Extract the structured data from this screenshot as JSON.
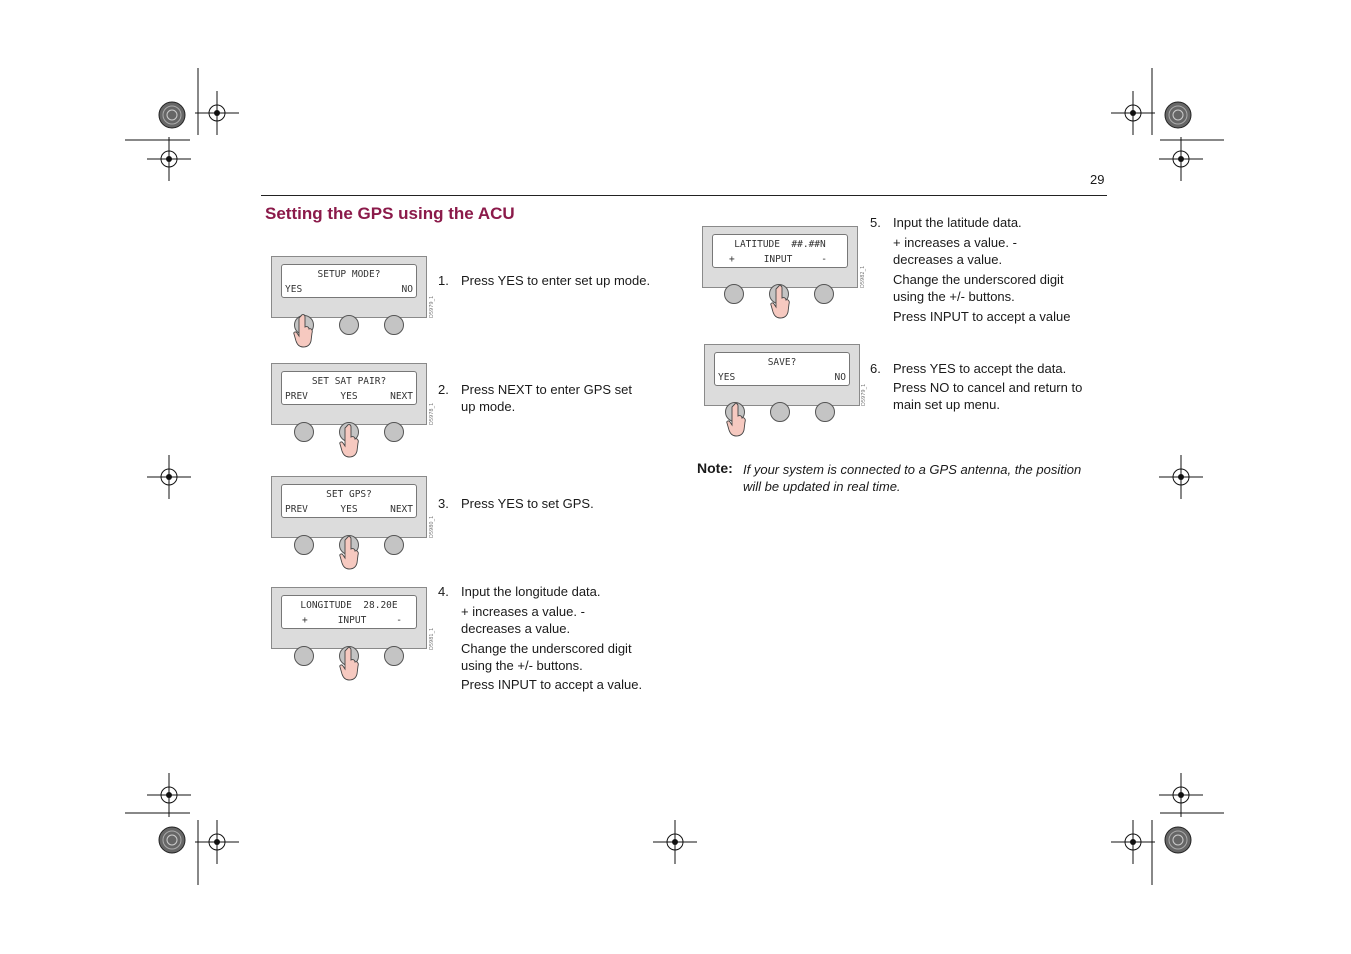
{
  "header": {
    "page_number": "29"
  },
  "section": {
    "title": "Setting the GPS using the ACU"
  },
  "panels": [
    {
      "line1": "SETUP MODE?",
      "left": "YES",
      "middle": "",
      "right": "NO",
      "fig_id": "D5979_1"
    },
    {
      "line1": "SET SAT PAIR?",
      "left": "PREV",
      "middle": "YES",
      "right": "NEXT",
      "fig_id": "D5978_1"
    },
    {
      "line1": "SET GPS?",
      "left": "PREV",
      "middle": "YES",
      "right": "NEXT",
      "fig_id": "D5980_1"
    },
    {
      "line1": "LONGITUDE  28.20E",
      "left": "+",
      "middle": "INPUT",
      "right": "-",
      "fig_id": "D5981_1"
    },
    {
      "line1": "LATITUDE  ##.##N",
      "left": "+",
      "middle": "INPUT",
      "right": "-",
      "fig_id": "D5982_1"
    },
    {
      "line1": "SAVE?",
      "left": "YES",
      "middle": "",
      "right": "NO",
      "fig_id": "D5979_1"
    }
  ],
  "steps": [
    {
      "num": "1.",
      "text": "Press YES to enter set up mode.",
      "subs": []
    },
    {
      "num": "2.",
      "text": "Press NEXT to enter GPS set up mode.",
      "subs": []
    },
    {
      "num": "3.",
      "text": "Press YES to set GPS.",
      "subs": []
    },
    {
      "num": "4.",
      "text": "Input the longitude data.",
      "subs": [
        "+ increases a value. - decreases a value.",
        "Change the underscored digit using the +/- buttons.",
        "Press INPUT to accept a value."
      ]
    },
    {
      "num": "5.",
      "text": "Input the latitude data.",
      "subs": [
        "+ increases a value. - decreases a value.",
        "Change the underscored digit using the +/- buttons.",
        "Press INPUT to accept a value"
      ]
    },
    {
      "num": "6.",
      "text": "Press YES to accept the data.",
      "subs": [
        "Press NO to cancel and return to main set up menu."
      ]
    }
  ],
  "note": {
    "label": "Note:",
    "text": "If your system is connected to a GPS antenna, the position will be updated in real time."
  },
  "colors": {
    "title": "#8b1a4a",
    "panel": "#dcdcdc",
    "hand": "#f6c9c0"
  }
}
